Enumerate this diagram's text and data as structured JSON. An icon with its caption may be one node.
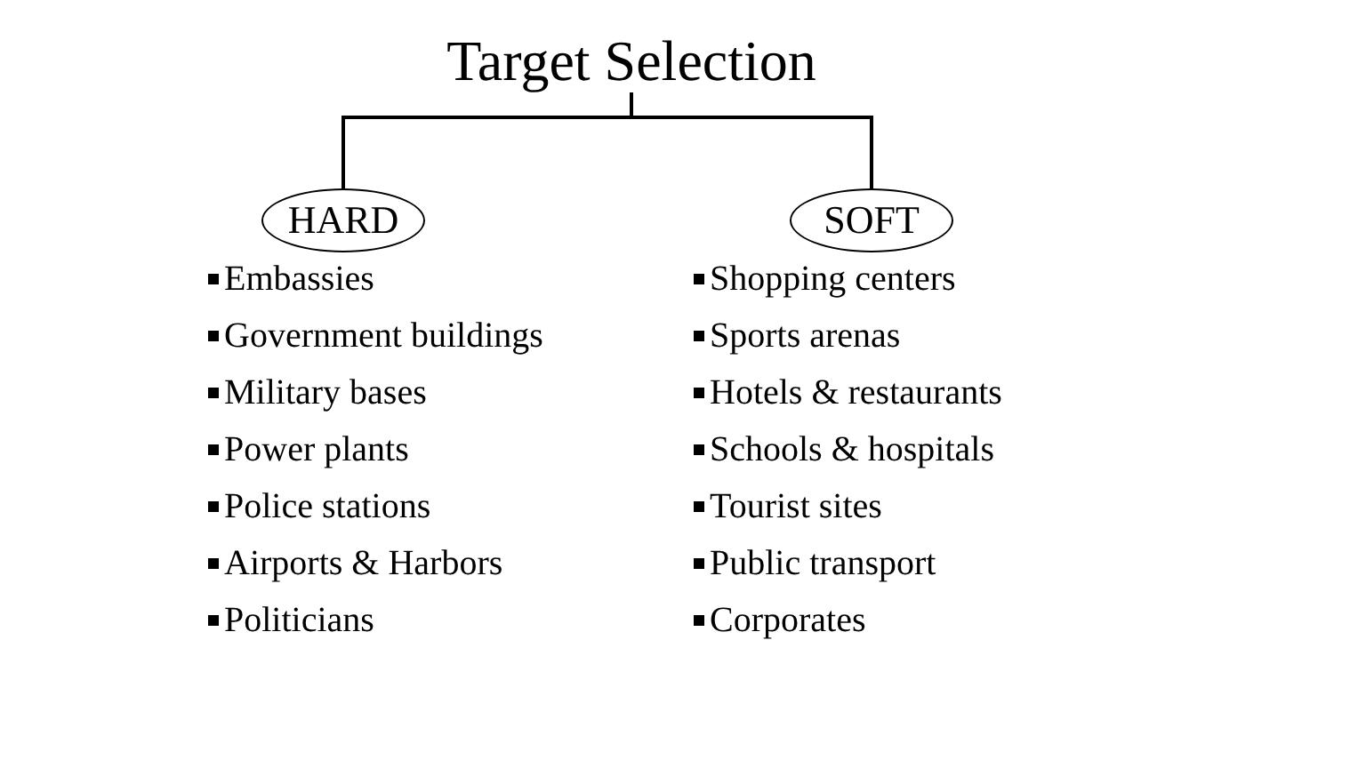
{
  "diagram": {
    "nodes": [
      {
        "text": [
          "Target Selection"
        ]
      },
      {
        "text": [
          "HARD"
        ],
        "beside": [
          "Embassies",
          "Government buildings",
          "Military bases",
          "Power plants",
          "Police stations",
          "Airports & Harbors",
          "Politicians"
        ]
      },
      {
        "text": [
          "SOFT"
        ],
        "beside": [
          "Shopping centers",
          "Sports arenas",
          "Hotels & restaurants",
          "Schools & hospitals",
          "Tourist sites",
          "Public transport",
          "Corporates"
        ]
      }
    ],
    "edges": [
      {
        "from": 0,
        "to": 1,
        "arrow": "none"
      },
      {
        "from": 0,
        "to": 2,
        "arrow": "none"
      }
    ]
  }
}
